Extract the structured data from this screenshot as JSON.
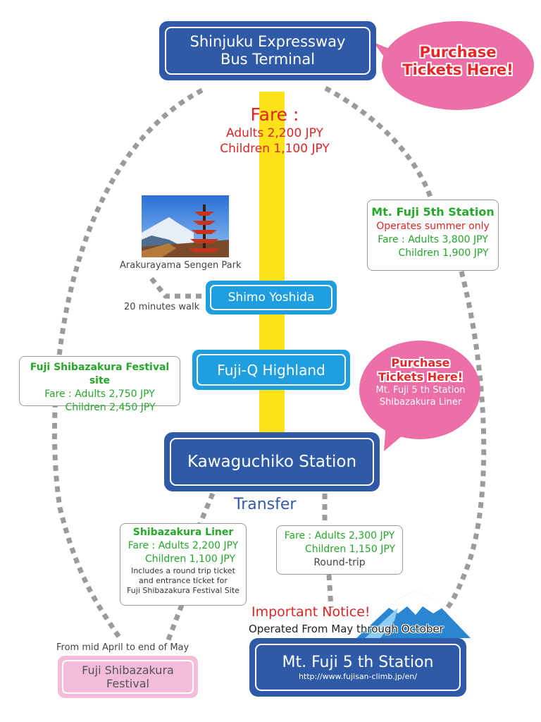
{
  "terminal": {
    "line1": "Shinjuku Expressway",
    "line2": "Bus Terminal"
  },
  "purchase_top": {
    "line1": "Purchase",
    "line2": "Tickets Here!"
  },
  "fare_main": {
    "title": "Fare :",
    "adults": "Adults  2,200 JPY",
    "children": "Children 1,100 JPY"
  },
  "fifth_station_info": {
    "title": "Mt. Fuji 5th Station",
    "note": "Operates summer only",
    "adults": "Fare : Adults 3,800 JPY",
    "children": "Children 1,900 JPY"
  },
  "park": {
    "name": "Arakurayama Sengen Park",
    "walk": "20 minutes walk"
  },
  "stops": {
    "shimo_yoshida": "Shimo Yoshida",
    "fuji_q": "Fuji-Q Highland",
    "kawaguchiko": "Kawaguchiko Station"
  },
  "festival_site_info": {
    "title": "Fuji Shibazakura Festival site",
    "adults": "Fare : Adults 2,750 JPY",
    "children": "Children 2,450 JPY"
  },
  "purchase_mid": {
    "line1": "Purchase",
    "line2": "Tickets Here!",
    "line3": "Mt. Fuji  5 th Station",
    "line4": "Shibazakura Liner"
  },
  "transfer": "Transfer",
  "liner_info": {
    "title": "Shibazakura Liner",
    "adults": "Fare : Adults 2,200 JPY",
    "children": "Children 1,100 JPY",
    "note1": "Includes a round trip ticket",
    "note2": "and entrance ticket for",
    "note3": "Fuji Shibazakura Festival Site"
  },
  "roundtrip_info": {
    "adults": "Fare : Adults 2,300 JPY",
    "children": "Children 1,150 JPY",
    "note": "Round-trip"
  },
  "notice": {
    "title": "Important Notice!",
    "text": "Operated From May through October"
  },
  "festival": {
    "period": "From mid April to end of May",
    "line1": "Fuji Shibazakura",
    "line2": "Festival"
  },
  "fifth_station": {
    "name": "Mt. Fuji  5 th Station",
    "url": "http://www.fujisan-climb.jp/en/"
  },
  "icons": [
    "photo-pagoda-fuji",
    "mt-fuji-icon"
  ],
  "colors": {
    "navy": "#2e5aa7",
    "cyan": "#1f9ee0",
    "yellow": "#ffe21a",
    "pink": "#ec6fa7",
    "green": "#25a82a",
    "red": "#e02525",
    "festival_pink": "#f3bcd8"
  }
}
